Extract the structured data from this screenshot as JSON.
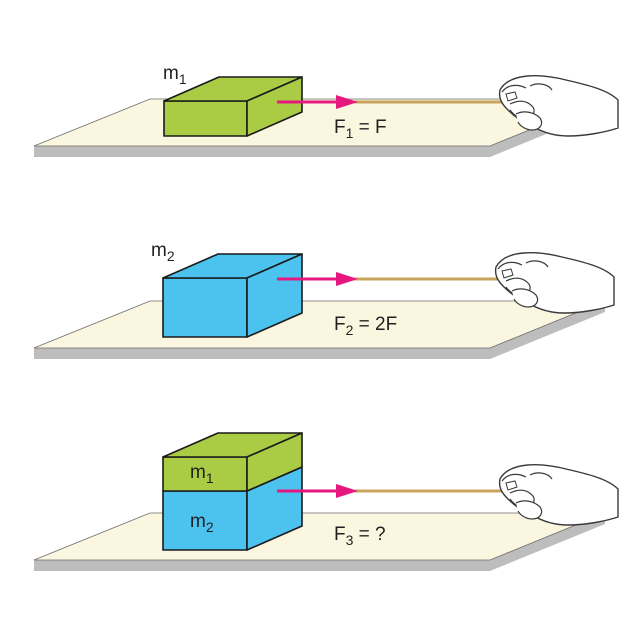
{
  "panels": [
    {
      "block_label": {
        "base": "m",
        "sub": "1"
      },
      "force_label": {
        "base": "F",
        "sub": "1",
        "rest": " = F"
      }
    },
    {
      "block_label": {
        "base": "m",
        "sub": "2"
      },
      "force_label": {
        "base": "F",
        "sub": "2",
        "rest": " = 2F"
      }
    },
    {
      "top_block_label": {
        "base": "m",
        "sub": "1"
      },
      "bottom_block_label": {
        "base": "m",
        "sub": "2"
      },
      "force_label": {
        "base": "F",
        "sub": "3",
        "rest": " = ?"
      }
    }
  ],
  "colors": {
    "surface": "#fbf6df",
    "surface_shadow": "#bdbdbd",
    "block_m1": "#aacc45",
    "block_m2": "#4cc3ee",
    "arrow": "#e6187f",
    "rope": "#c8a45f",
    "hand_outline": "#3a3a3a",
    "hand_fill": "#ffffff"
  },
  "icons": {
    "hand": "hand-icon",
    "force_arrow": "arrow-right-icon"
  }
}
